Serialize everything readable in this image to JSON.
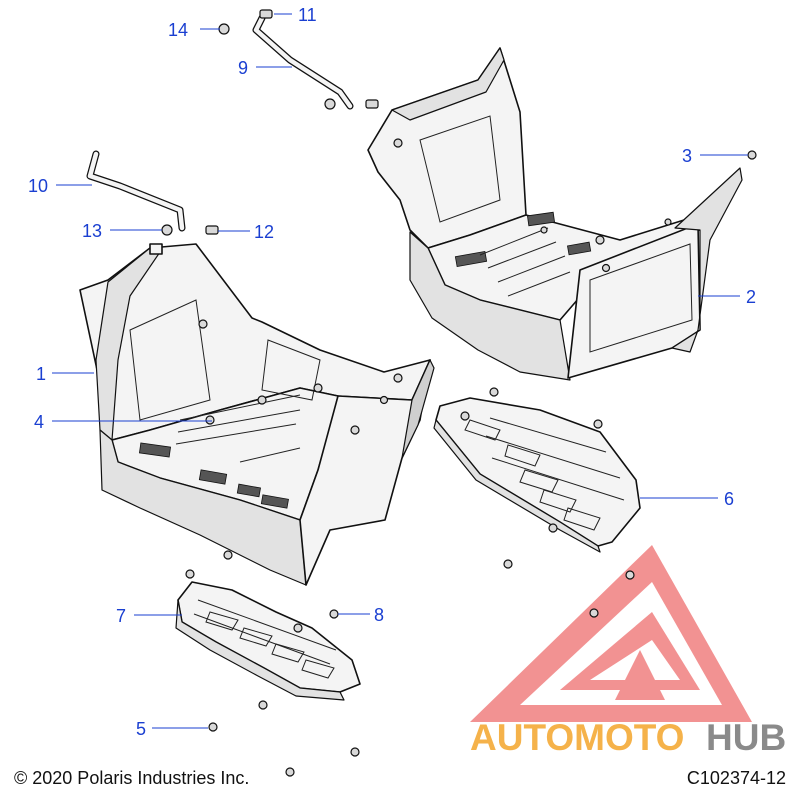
{
  "diagram": {
    "callouts": [
      {
        "id": "c1",
        "label": "1"
      },
      {
        "id": "c2",
        "label": "2"
      },
      {
        "id": "c3",
        "label": "3"
      },
      {
        "id": "c4",
        "label": "4"
      },
      {
        "id": "c5",
        "label": "5"
      },
      {
        "id": "c6",
        "label": "6"
      },
      {
        "id": "c7",
        "label": "7"
      },
      {
        "id": "c8",
        "label": "8"
      },
      {
        "id": "c9",
        "label": "9"
      },
      {
        "id": "c10",
        "label": "10"
      },
      {
        "id": "c11",
        "label": "11"
      },
      {
        "id": "c12",
        "label": "12"
      },
      {
        "id": "c13",
        "label": "13"
      },
      {
        "id": "c14",
        "label": "14"
      }
    ],
    "copyright": "© 2020 Polaris Industries Inc.",
    "figure_id": "C102374-12"
  },
  "watermark": {
    "brand_part1": "AUTOMOTO",
    "brand_part2": "HUB",
    "colors": {
      "triangle": "#f07f7f",
      "part1": "#f5b24a",
      "part2": "#8a8a8a"
    }
  },
  "colors": {
    "callout": "#1a3fd1",
    "line_art": "#111111",
    "background": "#ffffff"
  }
}
